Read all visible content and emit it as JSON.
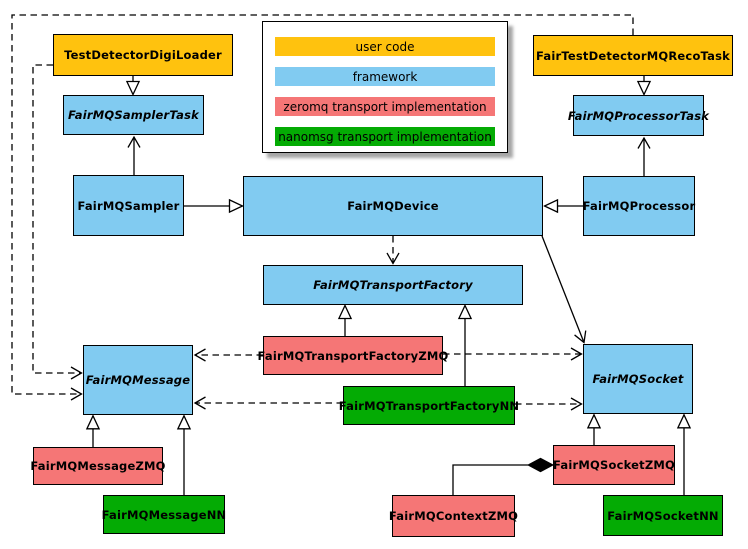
{
  "colors": {
    "user": "#FFC20E",
    "framework": "#81CBF1",
    "zeromq": "#F57676",
    "nanomsg": "#04AB04",
    "background": "#FFFFFF"
  },
  "legend": {
    "items": [
      {
        "label": "user code",
        "category": "user"
      },
      {
        "label": "framework",
        "category": "framework"
      },
      {
        "label": "zeromq transport implementation",
        "category": "zeromq"
      },
      {
        "label": "nanomsg transport implementation",
        "category": "nanomsg"
      }
    ]
  },
  "nodes": {
    "testDetectorDigiLoader": {
      "label": "TestDetectorDigiLoader",
      "category": "user",
      "abstract": false
    },
    "fairTestDetectorMQRecoTask": {
      "label": "FairTestDetectorMQRecoTask",
      "category": "user",
      "abstract": false
    },
    "fairMQSamplerTask": {
      "label": "FairMQSamplerTask",
      "category": "framework",
      "abstract": true
    },
    "fairMQProcessorTask": {
      "label": "FairMQProcessorTask",
      "category": "framework",
      "abstract": true
    },
    "fairMQSampler": {
      "label": "FairMQSampler",
      "category": "framework",
      "abstract": false
    },
    "fairMQDevice": {
      "label": "FairMQDevice",
      "category": "framework",
      "abstract": false
    },
    "fairMQProcessor": {
      "label": "FairMQProcessor",
      "category": "framework",
      "abstract": false
    },
    "fairMQTransportFactory": {
      "label": "FairMQTransportFactory",
      "category": "framework",
      "abstract": true
    },
    "fairMQTransportFactoryZMQ": {
      "label": "FairMQTransportFactoryZMQ",
      "category": "zeromq",
      "abstract": false
    },
    "fairMQTransportFactoryNN": {
      "label": "FairMQTransportFactoryNN",
      "category": "nanomsg",
      "abstract": false
    },
    "fairMQMessage": {
      "label": "FairMQMessage",
      "category": "framework",
      "abstract": true
    },
    "fairMQSocket": {
      "label": "FairMQSocket",
      "category": "framework",
      "abstract": true
    },
    "fairMQMessageZMQ": {
      "label": "FairMQMessageZMQ",
      "category": "zeromq",
      "abstract": false
    },
    "fairMQMessageNN": {
      "label": "FairMQMessageNN",
      "category": "nanomsg",
      "abstract": false
    },
    "fairMQContextZMQ": {
      "label": "FairMQContextZMQ",
      "category": "zeromq",
      "abstract": false
    },
    "fairMQSocketZMQ": {
      "label": "FairMQSocketZMQ",
      "category": "zeromq",
      "abstract": false
    },
    "fairMQSocketNN": {
      "label": "FairMQSocketNN",
      "category": "nanomsg",
      "abstract": false
    }
  },
  "edges": [
    {
      "from": "TestDetectorDigiLoader",
      "to": "FairMQSamplerTask",
      "type": "inheritance",
      "style": "solid"
    },
    {
      "from": "FairTestDetectorMQRecoTask",
      "to": "FairMQProcessorTask",
      "type": "inheritance",
      "style": "solid"
    },
    {
      "from": "FairMQSampler",
      "to": "FairMQDevice",
      "type": "inheritance",
      "style": "solid"
    },
    {
      "from": "FairMQProcessor",
      "to": "FairMQDevice",
      "type": "inheritance",
      "style": "solid"
    },
    {
      "from": "FairMQSampler",
      "to": "FairMQSamplerTask",
      "type": "association",
      "style": "solid"
    },
    {
      "from": "FairMQProcessor",
      "to": "FairMQProcessorTask",
      "type": "association",
      "style": "solid"
    },
    {
      "from": "FairMQDevice",
      "to": "FairMQTransportFactory",
      "type": "dependency",
      "style": "dashed"
    },
    {
      "from": "FairMQDevice",
      "to": "FairMQSocket",
      "type": "association",
      "style": "solid"
    },
    {
      "from": "FairMQTransportFactoryZMQ",
      "to": "FairMQTransportFactory",
      "type": "inheritance",
      "style": "solid"
    },
    {
      "from": "FairMQTransportFactoryNN",
      "to": "FairMQTransportFactory",
      "type": "inheritance",
      "style": "solid"
    },
    {
      "from": "FairMQTransportFactoryZMQ",
      "to": "FairMQMessage",
      "type": "dependency",
      "style": "dashed"
    },
    {
      "from": "FairMQTransportFactoryZMQ",
      "to": "FairMQSocket",
      "type": "dependency",
      "style": "dashed"
    },
    {
      "from": "FairMQTransportFactoryNN",
      "to": "FairMQMessage",
      "type": "dependency",
      "style": "dashed"
    },
    {
      "from": "FairMQTransportFactoryNN",
      "to": "FairMQSocket",
      "type": "dependency",
      "style": "dashed"
    },
    {
      "from": "TestDetectorDigiLoader",
      "to": "FairMQMessage",
      "type": "dependency",
      "style": "dashed"
    },
    {
      "from": "FairTestDetectorMQRecoTask",
      "to": "FairMQMessage",
      "type": "dependency",
      "style": "dashed"
    },
    {
      "from": "FairMQMessageZMQ",
      "to": "FairMQMessage",
      "type": "inheritance",
      "style": "solid"
    },
    {
      "from": "FairMQMessageNN",
      "to": "FairMQMessage",
      "type": "inheritance",
      "style": "solid"
    },
    {
      "from": "FairMQSocketZMQ",
      "to": "FairMQSocket",
      "type": "inheritance",
      "style": "solid"
    },
    {
      "from": "FairMQSocketNN",
      "to": "FairMQSocket",
      "type": "inheritance",
      "style": "solid"
    },
    {
      "from": "FairMQContextZMQ",
      "to": "FairMQSocketZMQ",
      "type": "composition",
      "style": "solid"
    }
  ]
}
